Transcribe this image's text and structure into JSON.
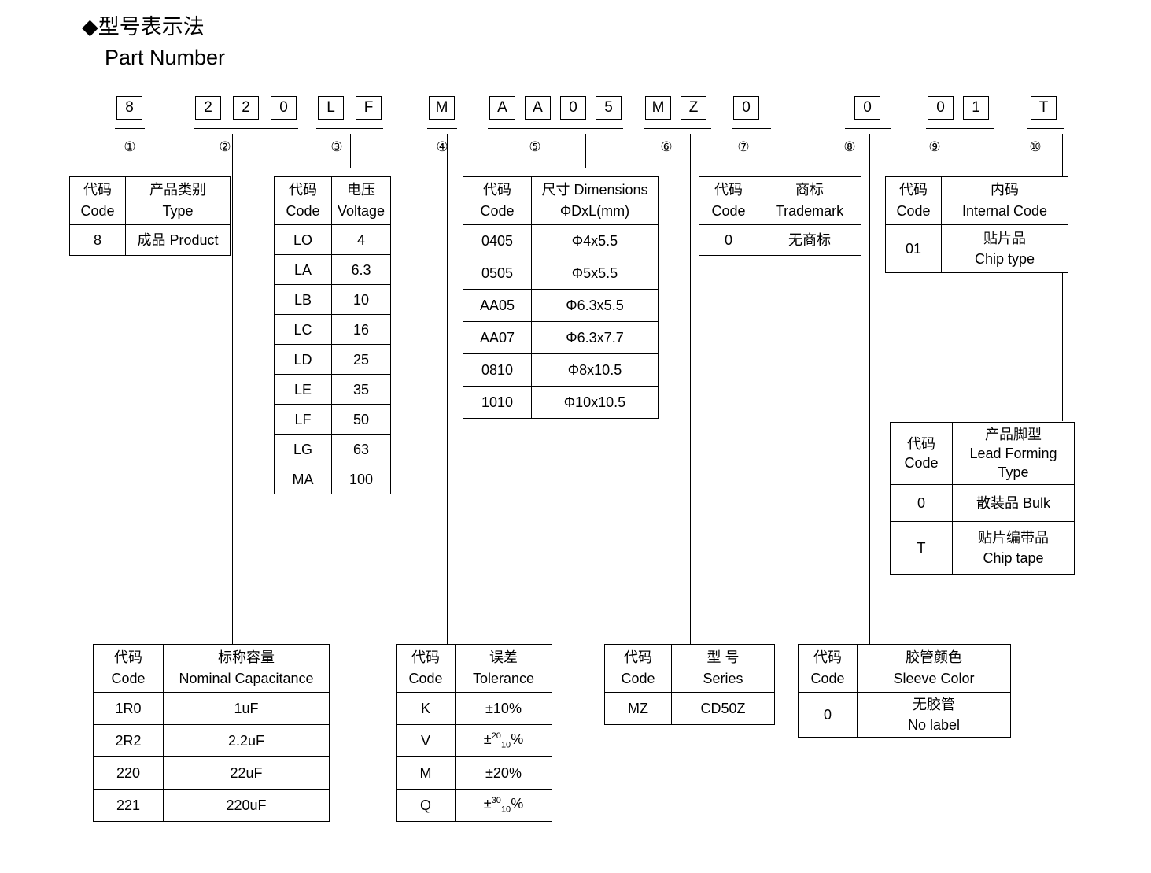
{
  "heading": {
    "marker": "◆",
    "title_cn": "型号表示法",
    "title_en": "Part Number"
  },
  "part_number": {
    "groups": [
      {
        "index": "①",
        "chars": [
          "8"
        ]
      },
      {
        "index": "②",
        "chars": [
          "2",
          "2",
          "0"
        ]
      },
      {
        "index": "③",
        "chars": [
          "L",
          "F"
        ]
      },
      {
        "index": "④",
        "chars": [
          "M"
        ]
      },
      {
        "index": "⑤",
        "chars": [
          "A",
          "A",
          "0",
          "5"
        ]
      },
      {
        "index": "⑥",
        "chars": [
          "M",
          "Z"
        ]
      },
      {
        "index": "⑦",
        "chars": [
          "0"
        ]
      },
      {
        "index": "⑧",
        "chars": [
          "0"
        ]
      },
      {
        "index": "⑨",
        "chars": [
          "0",
          "1"
        ]
      },
      {
        "index": "⑩",
        "chars": [
          "T"
        ]
      }
    ]
  },
  "tables": {
    "type": {
      "header": {
        "code_cn": "代码",
        "code_en": "Code",
        "val_cn": "产品类别",
        "val_en": "Type"
      },
      "rows": [
        {
          "code": "8",
          "value": "成品 Product"
        }
      ]
    },
    "voltage": {
      "header": {
        "code_cn": "代码",
        "code_en": "Code",
        "val_cn": "电压",
        "val_en": "Voltage"
      },
      "rows": [
        {
          "code": "LO",
          "value": "4"
        },
        {
          "code": "LA",
          "value": "6.3"
        },
        {
          "code": "LB",
          "value": "10"
        },
        {
          "code": "LC",
          "value": "16"
        },
        {
          "code": "LD",
          "value": "25"
        },
        {
          "code": "LE",
          "value": "35"
        },
        {
          "code": "LF",
          "value": "50"
        },
        {
          "code": "LG",
          "value": "63"
        },
        {
          "code": "MA",
          "value": "100"
        }
      ]
    },
    "dimensions": {
      "header": {
        "code_cn": "代码",
        "code_en": "Code",
        "val_cn": "尺寸 Dimensions",
        "val_en": "ΦDxL(mm)"
      },
      "rows": [
        {
          "code": "0405",
          "value": "Φ4x5.5"
        },
        {
          "code": "0505",
          "value": "Φ5x5.5"
        },
        {
          "code": "AA05",
          "value": "Φ6.3x5.5"
        },
        {
          "code": "AA07",
          "value": "Φ6.3x7.7"
        },
        {
          "code": "0810",
          "value": "Φ8x10.5"
        },
        {
          "code": "1010",
          "value": "Φ10x10.5"
        }
      ]
    },
    "trademark": {
      "header": {
        "code_cn": "代码",
        "code_en": "Code",
        "val_cn": "商标",
        "val_en": "Trademark"
      },
      "rows": [
        {
          "code": "0",
          "value": "无商标"
        }
      ]
    },
    "internal_code": {
      "header": {
        "code_cn": "代码",
        "code_en": "Code",
        "val_cn": "内码",
        "val_en": "Internal Code"
      },
      "rows": [
        {
          "code": "01",
          "value_cn": "贴片品",
          "value_en": "Chip type"
        }
      ]
    },
    "lead_forming": {
      "header": {
        "code_cn": "代码",
        "code_en": "Code",
        "val_cn": "产品脚型",
        "val_en": "Lead Forming",
        "val_en2": "Type"
      },
      "rows": [
        {
          "code": "0",
          "value_cn": "散装品 Bulk",
          "value_en": ""
        },
        {
          "code": "T",
          "value_cn": "贴片编带品",
          "value_en": "Chip tape"
        }
      ]
    },
    "capacitance": {
      "header": {
        "code_cn": "代码",
        "code_en": "Code",
        "val_cn": "标称容量",
        "val_en": "Nominal Capacitance"
      },
      "rows": [
        {
          "code": "1R0",
          "value": "1uF"
        },
        {
          "code": "2R2",
          "value": "2.2uF"
        },
        {
          "code": "220",
          "value": "22uF"
        },
        {
          "code": "221",
          "value": "220uF"
        }
      ]
    },
    "tolerance": {
      "header": {
        "code_cn": "代码",
        "code_en": "Code",
        "val_cn": "误差",
        "val_en": "Tolerance"
      },
      "rows": [
        {
          "code": "K",
          "plain": "±10%"
        },
        {
          "code": "V",
          "pm": "±",
          "sup": "20",
          "sub": "10",
          "pct": "%"
        },
        {
          "code": "M",
          "plain": "±20%"
        },
        {
          "code": "Q",
          "pm": "±",
          "sup": "30",
          "sub": "10",
          "pct": "%"
        }
      ]
    },
    "series": {
      "header": {
        "code_cn": "代码",
        "code_en": "Code",
        "val_cn": "型 号",
        "val_en": "Series"
      },
      "rows": [
        {
          "code": "MZ",
          "value": "CD50Z"
        }
      ]
    },
    "sleeve_color": {
      "header": {
        "code_cn": "代码",
        "code_en": "Code",
        "val_cn": "胶管颜色",
        "val_en": "Sleeve Color"
      },
      "rows": [
        {
          "code": "0",
          "value_cn": "无胶管",
          "value_en": "No label"
        }
      ]
    }
  }
}
